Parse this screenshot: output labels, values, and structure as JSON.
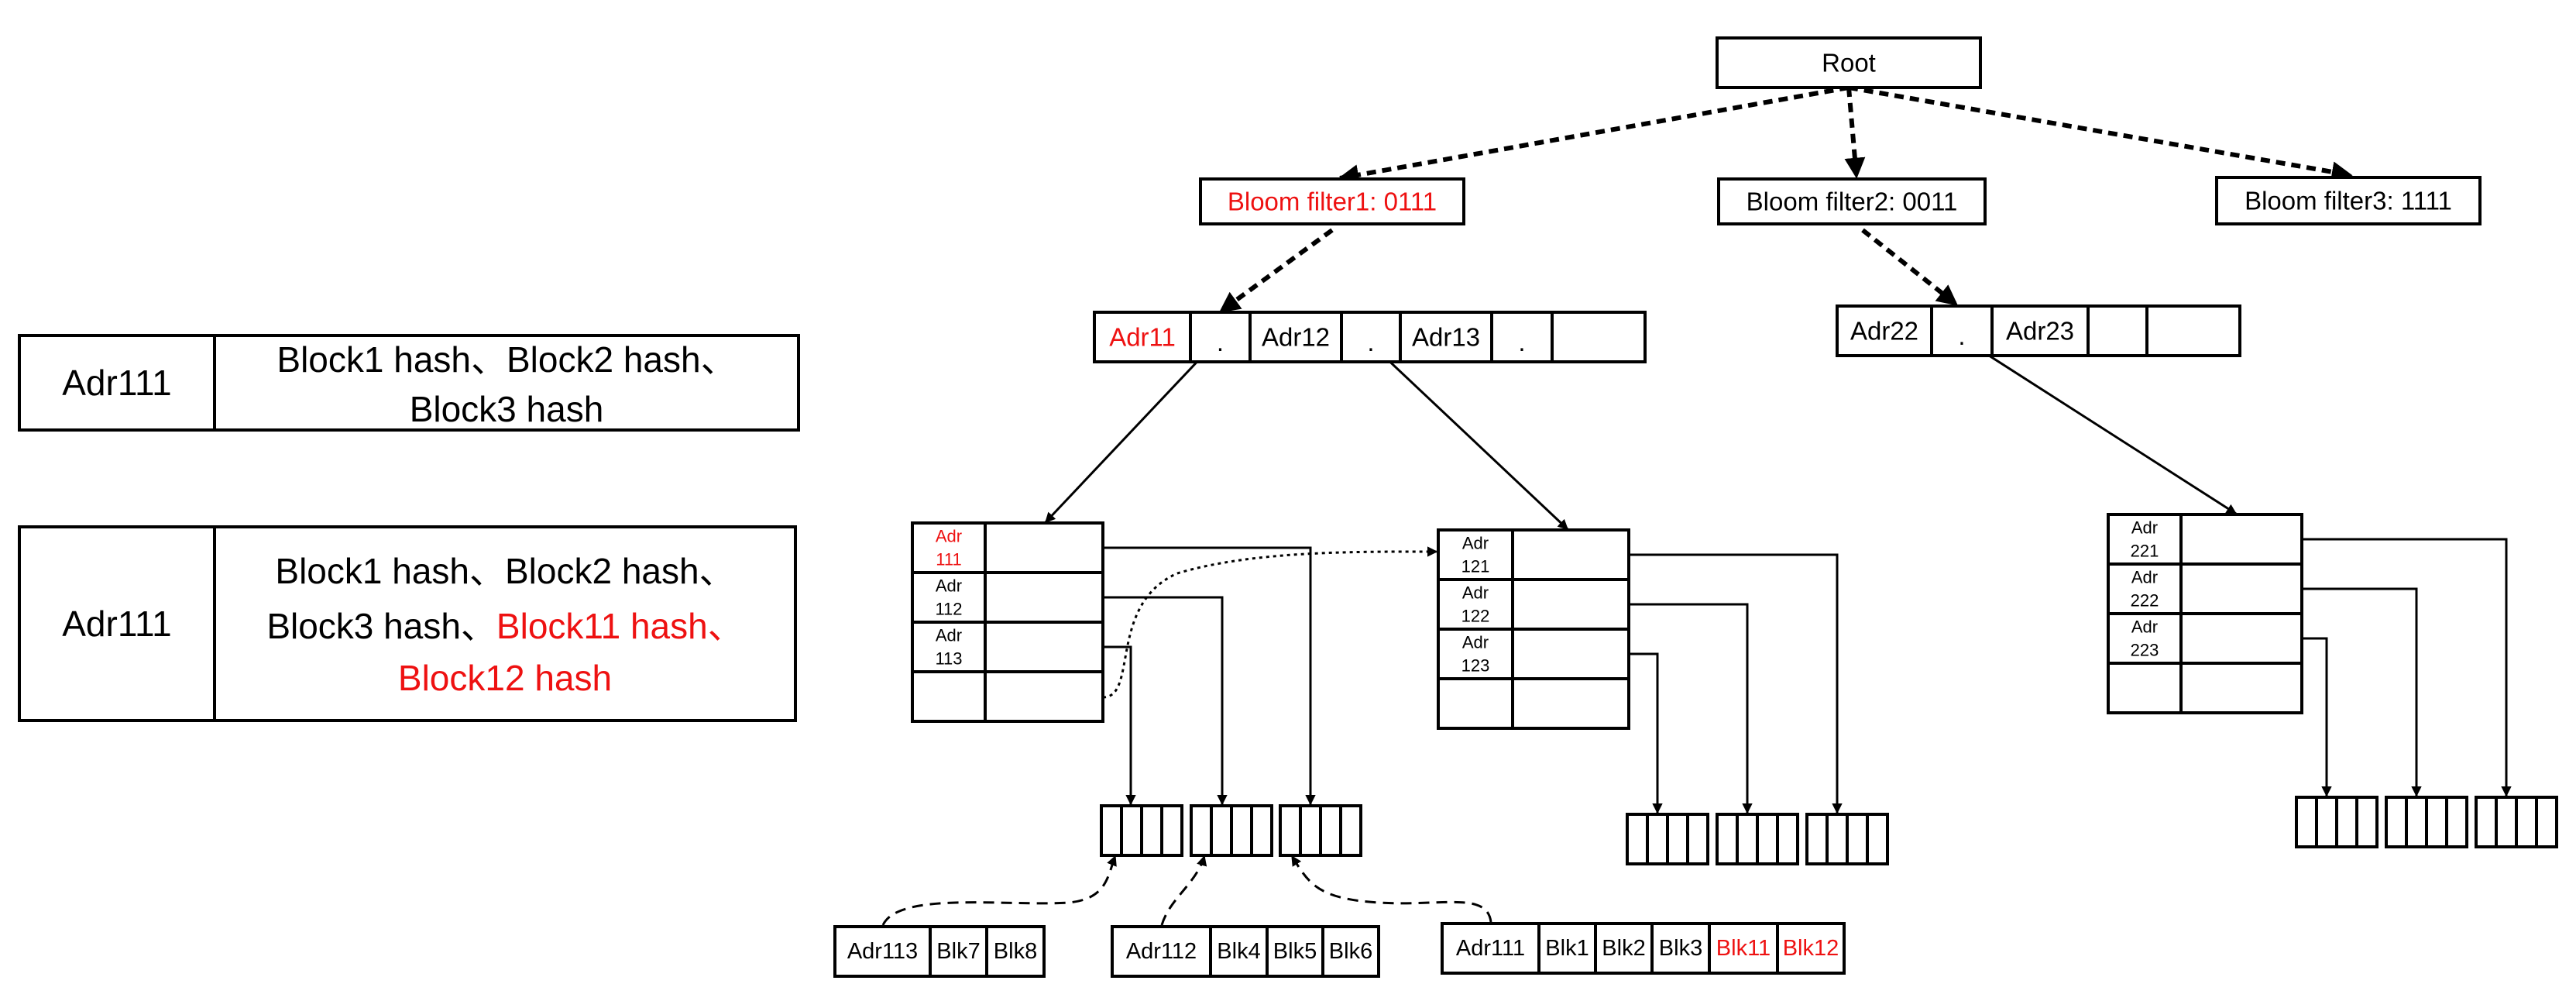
{
  "colors": {
    "highlight": "#ee1111",
    "ink": "#000000",
    "background": "#ffffff"
  },
  "left_tables": [
    {
      "key": "Adr111",
      "lines": [
        [
          {
            "text": "Block1 hash、Block2 hash、",
            "hl": false
          }
        ],
        [
          {
            "text": "Block3 hash",
            "hl": false
          }
        ]
      ]
    },
    {
      "key": "Adr111",
      "lines": [
        [
          {
            "text": "Block1 hash、Block2 hash、",
            "hl": false
          }
        ],
        [
          {
            "text": "Block3 hash、",
            "hl": false
          },
          {
            "text": "Block11 hash、",
            "hl": true
          }
        ],
        [
          {
            "text": "Block12 hash",
            "hl": true
          }
        ]
      ]
    }
  ],
  "tree": {
    "root": "Root",
    "filters": [
      {
        "label": "Bloom filter1: 0111",
        "hl": true
      },
      {
        "label": "Bloom filter2: 0011",
        "hl": false
      },
      {
        "label": "Bloom filter3: 1111",
        "hl": false
      }
    ],
    "address_groups": [
      {
        "cells": [
          {
            "text": "Adr11",
            "hl": true
          },
          {
            "text": ".",
            "hl": false
          },
          {
            "text": "Adr12",
            "hl": false
          },
          {
            "text": ".",
            "hl": false
          },
          {
            "text": "Adr13",
            "hl": false
          },
          {
            "text": ".",
            "hl": false
          },
          {
            "text": "",
            "hl": false
          }
        ]
      },
      {
        "cells": [
          {
            "text": "Adr22",
            "hl": false
          },
          {
            "text": ".",
            "hl": false
          },
          {
            "text": "Adr23",
            "hl": false
          },
          {
            "text": "",
            "hl": false
          },
          {
            "text": "",
            "hl": false
          }
        ]
      }
    ],
    "address_tables": [
      {
        "rows": [
          {
            "label": [
              "Adr",
              "111"
            ],
            "hl": true
          },
          {
            "label": [
              "Adr",
              "112"
            ],
            "hl": false
          },
          {
            "label": [
              "Adr",
              "113"
            ],
            "hl": false
          },
          {
            "label": [
              "",
              ""
            ],
            "hl": false
          }
        ]
      },
      {
        "rows": [
          {
            "label": [
              "Adr",
              "121"
            ],
            "hl": false
          },
          {
            "label": [
              "Adr",
              "122"
            ],
            "hl": false
          },
          {
            "label": [
              "Adr",
              "123"
            ],
            "hl": false
          },
          {
            "label": [
              "",
              ""
            ],
            "hl": false
          }
        ]
      },
      {
        "rows": [
          {
            "label": [
              "Adr",
              "221"
            ],
            "hl": false
          },
          {
            "label": [
              "Adr",
              "222"
            ],
            "hl": false
          },
          {
            "label": [
              "Adr",
              "223"
            ],
            "hl": false
          },
          {
            "label": [
              "",
              ""
            ],
            "hl": false
          }
        ]
      }
    ],
    "block_lists": [
      {
        "cells": [
          {
            "text": "Adr113",
            "hl": false
          },
          {
            "text": "Blk7",
            "hl": false
          },
          {
            "text": "Blk8",
            "hl": false
          }
        ]
      },
      {
        "cells": [
          {
            "text": "Adr112",
            "hl": false
          },
          {
            "text": "Blk4",
            "hl": false
          },
          {
            "text": "Blk5",
            "hl": false
          },
          {
            "text": "Blk6",
            "hl": false
          }
        ]
      },
      {
        "cells": [
          {
            "text": "Adr111",
            "hl": false
          },
          {
            "text": "Blk1",
            "hl": false
          },
          {
            "text": "Blk2",
            "hl": false
          },
          {
            "text": "Blk3",
            "hl": false
          },
          {
            "text": "Blk11",
            "hl": true
          },
          {
            "text": "Blk12",
            "hl": true
          }
        ]
      }
    ]
  }
}
